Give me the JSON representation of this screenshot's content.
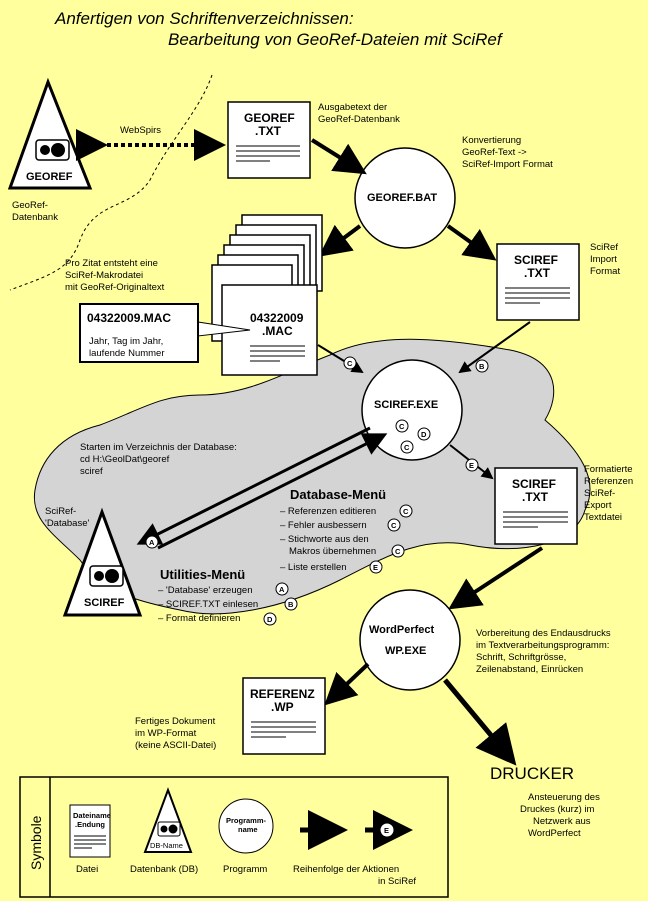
{
  "title": {
    "line1": "Anfertigen von Schriftenverzeichnissen:",
    "line2": "Bearbeitung von GeoRef-Dateien mit SciRef"
  },
  "georef_db": {
    "label": "GEOREF",
    "caption1": "GeoRef-",
    "caption2": "Datenbank"
  },
  "webspirs_label": "WebSpirs",
  "georef_txt": {
    "line1": "GEOREF",
    "line2": ".TXT",
    "caption1": "Ausgabetext der",
    "caption2": "GeoRef-Datenbank"
  },
  "georef_bat": {
    "label": "GEOREF.BAT",
    "caption1": "Konvertierung",
    "caption2": "GeoRef-Text ->",
    "caption3": "SciRef-Import Format"
  },
  "sciref_import": {
    "line1": "SCIREF",
    "line2": ".TXT",
    "caption1": "SciRef",
    "caption2": "Import",
    "caption3": "Format"
  },
  "mac_files": {
    "line1": "04322009",
    "line2": ".MAC",
    "caption1": "Pro Zitat entsteht eine",
    "caption2": "SciRef-Makrodatei",
    "caption3": "mit GeoRef-Originaltext",
    "callout_title": "04322009.MAC",
    "callout1": "Jahr, Tag im Jahr,",
    "callout2": "laufende Nummer"
  },
  "sciref_exe": {
    "label": "SCIREF.EXE"
  },
  "start_text": {
    "line1": "Starten im Verzeichnis der Database:",
    "line2": "cd   H:\\GeolDat\\georef",
    "line3": "sciref"
  },
  "sciref_database": {
    "caption1": "SciRef-",
    "caption2": "'Database'",
    "label": "SCIREF"
  },
  "database_menu": {
    "heading": "Database-Menü",
    "items": [
      "– Referenzen editieren",
      "– Fehler ausbessern",
      "– Stichworte aus den",
      "Makros übernehmen",
      "– Liste erstellen"
    ]
  },
  "utilities_menu": {
    "heading": "Utilities-Menü",
    "items": [
      "– 'Database' erzeugen",
      "– SCIREF.TXT einlesen",
      "– Format definieren"
    ]
  },
  "sciref_export": {
    "line1": "SCIREF",
    "line2": ".TXT",
    "caption1": "Formatierte",
    "caption2": "Referenzen",
    "caption3": "SciRef-",
    "caption4": "Export",
    "caption5": "Textdatei"
  },
  "wordperfect": {
    "line1": "WordPerfect",
    "line2": "WP.EXE",
    "caption1": "Vorbereitung des Endausdrucks",
    "caption2": "im Textverarbeitungsprogramm:",
    "caption3": "Schrift, Schriftgrösse,",
    "caption4": "Zeilenabstand, Einrücken"
  },
  "referenz_wp": {
    "line1": "REFERENZ",
    "line2": ".WP",
    "caption1": "Fertiges Dokument",
    "caption2": "im WP-Format",
    "caption3": "(keine ASCII-Datei)"
  },
  "drucker": {
    "label": "DRUCKER",
    "caption1": "Ansteuerung des",
    "caption2": "Druckes (kurz) im",
    "caption3": "Netzwerk aus",
    "caption4": "WordPerfect"
  },
  "badges": {
    "a": "A",
    "b": "B",
    "c": "C",
    "d": "D",
    "e": "E"
  },
  "legend": {
    "title": "Symbole",
    "file_line1": "Dateiname",
    "file_line2": ".Endung",
    "file_caption": "Datei",
    "db_label": "DB-Name",
    "db_caption": "Datenbank (DB)",
    "prog_line1": "Programm-",
    "prog_line2": "name",
    "prog_caption": "Programm",
    "order_caption1": "Reihenfolge der Aktionen",
    "order_caption2": "in SciRef",
    "order_badge": "E"
  },
  "colors": {
    "background": "#ffff9e",
    "gray_region": "#d4d4d4",
    "ink": "#000000",
    "paper": "#ffffff"
  }
}
